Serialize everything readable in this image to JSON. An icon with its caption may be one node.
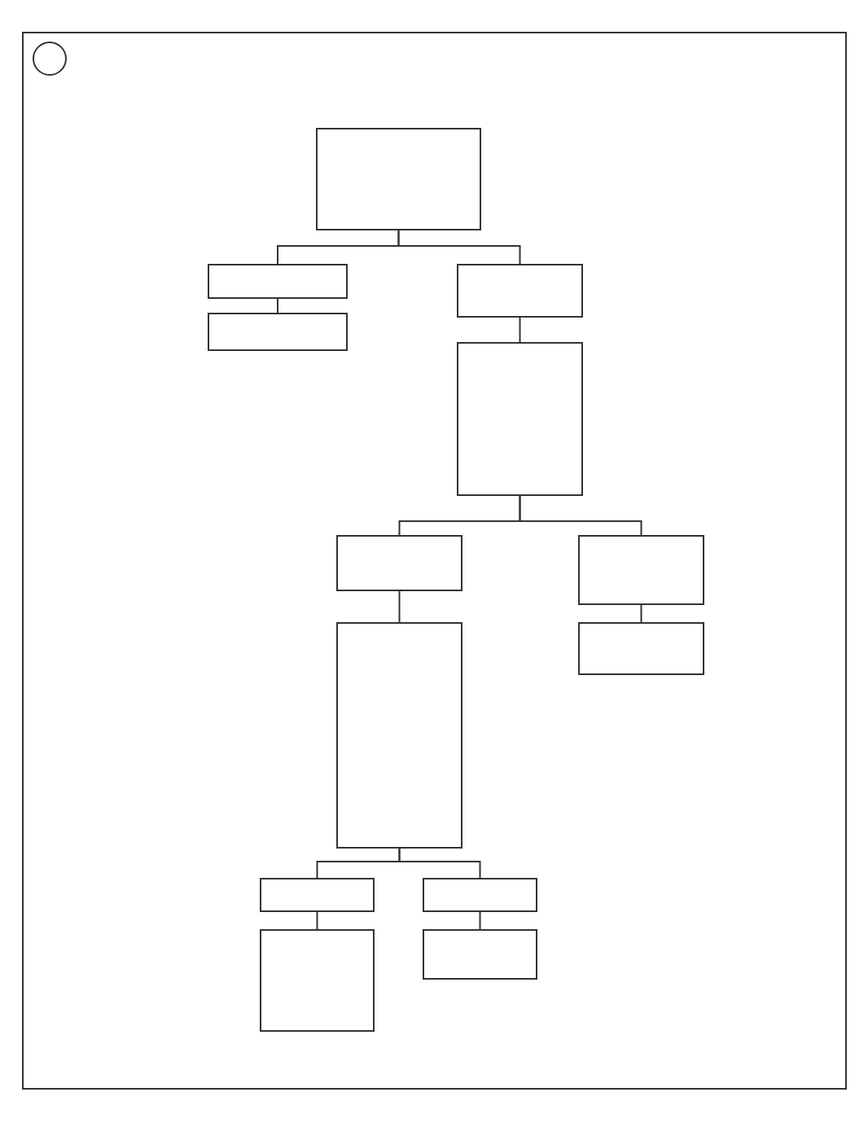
{
  "diagram": {
    "nodes": [
      {
        "text": [],
        "shape": "box"
      },
      {
        "text": [],
        "shape": "circle",
        "in": 0
      },
      {
        "text": [],
        "shape": "box",
        "in": 0
      },
      {
        "text": [],
        "shape": "box",
        "in": 0
      },
      {
        "text": [],
        "shape": "box",
        "in": 0
      },
      {
        "text": [],
        "shape": "box",
        "in": 0
      },
      {
        "text": [],
        "shape": "box",
        "in": 0
      },
      {
        "text": [],
        "shape": "box",
        "in": 0
      },
      {
        "text": [],
        "shape": "box",
        "in": 0
      },
      {
        "text": [],
        "shape": "box",
        "in": 0
      },
      {
        "text": [],
        "shape": "box",
        "in": 0
      },
      {
        "text": [],
        "shape": "box",
        "in": 0
      },
      {
        "text": [],
        "shape": "box",
        "in": 0
      },
      {
        "text": [],
        "shape": "box",
        "in": 0
      },
      {
        "text": [],
        "shape": "box",
        "in": 0
      }
    ],
    "edges": [
      {
        "from": 2,
        "to": 3,
        "arrow": "none"
      },
      {
        "from": 2,
        "to": 4,
        "arrow": "none"
      },
      {
        "from": 3,
        "to": 5,
        "arrow": "none"
      },
      {
        "from": 4,
        "to": 6,
        "arrow": "none"
      },
      {
        "from": 6,
        "to": 7,
        "arrow": "none"
      },
      {
        "from": 6,
        "to": 8,
        "arrow": "none"
      },
      {
        "from": 7,
        "to": 9,
        "arrow": "none"
      },
      {
        "from": 8,
        "to": 10,
        "arrow": "none"
      },
      {
        "from": 9,
        "to": 11,
        "arrow": "none"
      },
      {
        "from": 9,
        "to": 12,
        "arrow": "none"
      },
      {
        "from": 11,
        "to": 13,
        "arrow": "none"
      },
      {
        "from": 12,
        "to": 14,
        "arrow": "none"
      }
    ]
  }
}
